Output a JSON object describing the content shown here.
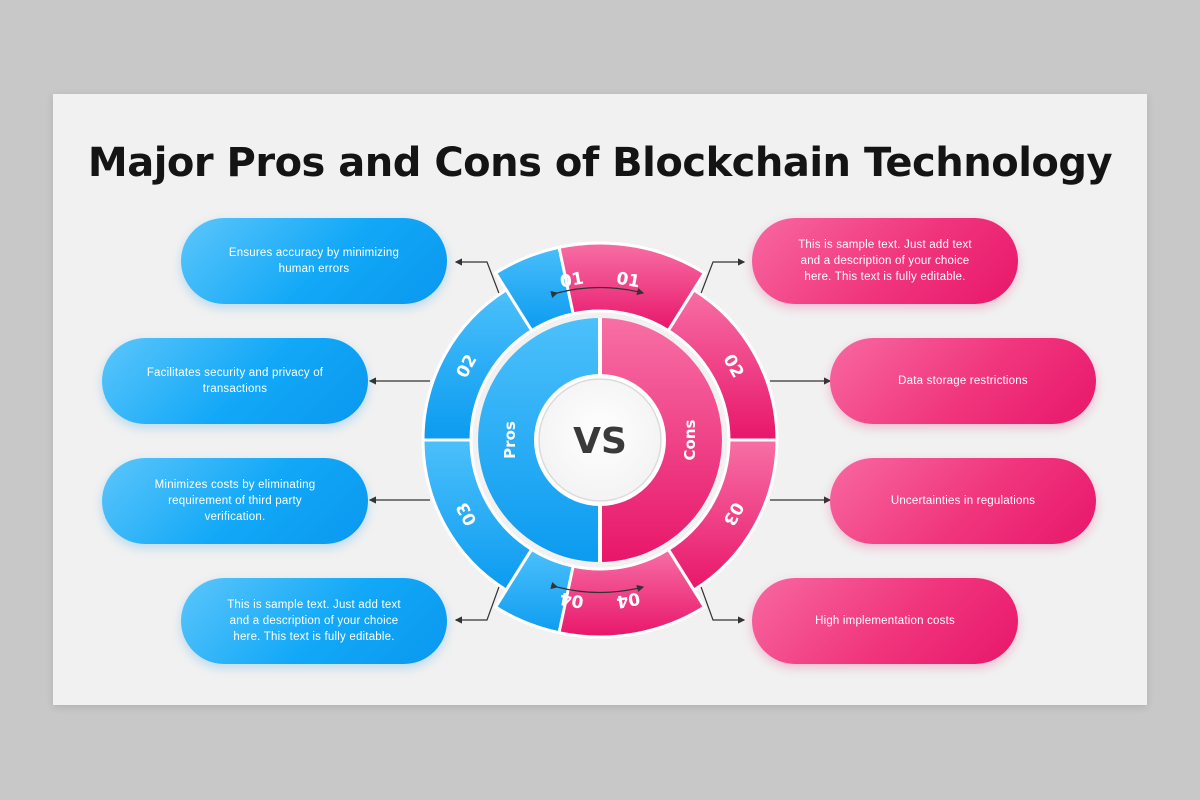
{
  "title": "Major Pros and Cons of Blockchain Technology",
  "center_label": "VS",
  "pros": {
    "label": "Pros",
    "color": "#12a8f7",
    "items": [
      {
        "num": "01",
        "text": "Ensures accuracy by minimizing human errors"
      },
      {
        "num": "02",
        "text": "Facilitates security and privacy of transactions"
      },
      {
        "num": "03",
        "text": "Minimizes costs by eliminating requirement of third party verification."
      },
      {
        "num": "04",
        "text": "This is sample text. Just add text and a description of your choice here. This text is fully editable."
      }
    ]
  },
  "cons": {
    "label": "Cons",
    "color": "#f0357d",
    "items": [
      {
        "num": "01",
        "text": "This is sample text. Just add text and a description of your choice here. This text is fully editable."
      },
      {
        "num": "02",
        "text": "Data storage restrictions"
      },
      {
        "num": "03",
        "text": "Uncertainties in regulations"
      },
      {
        "num": "04",
        "text": "High implementation costs"
      }
    ]
  }
}
